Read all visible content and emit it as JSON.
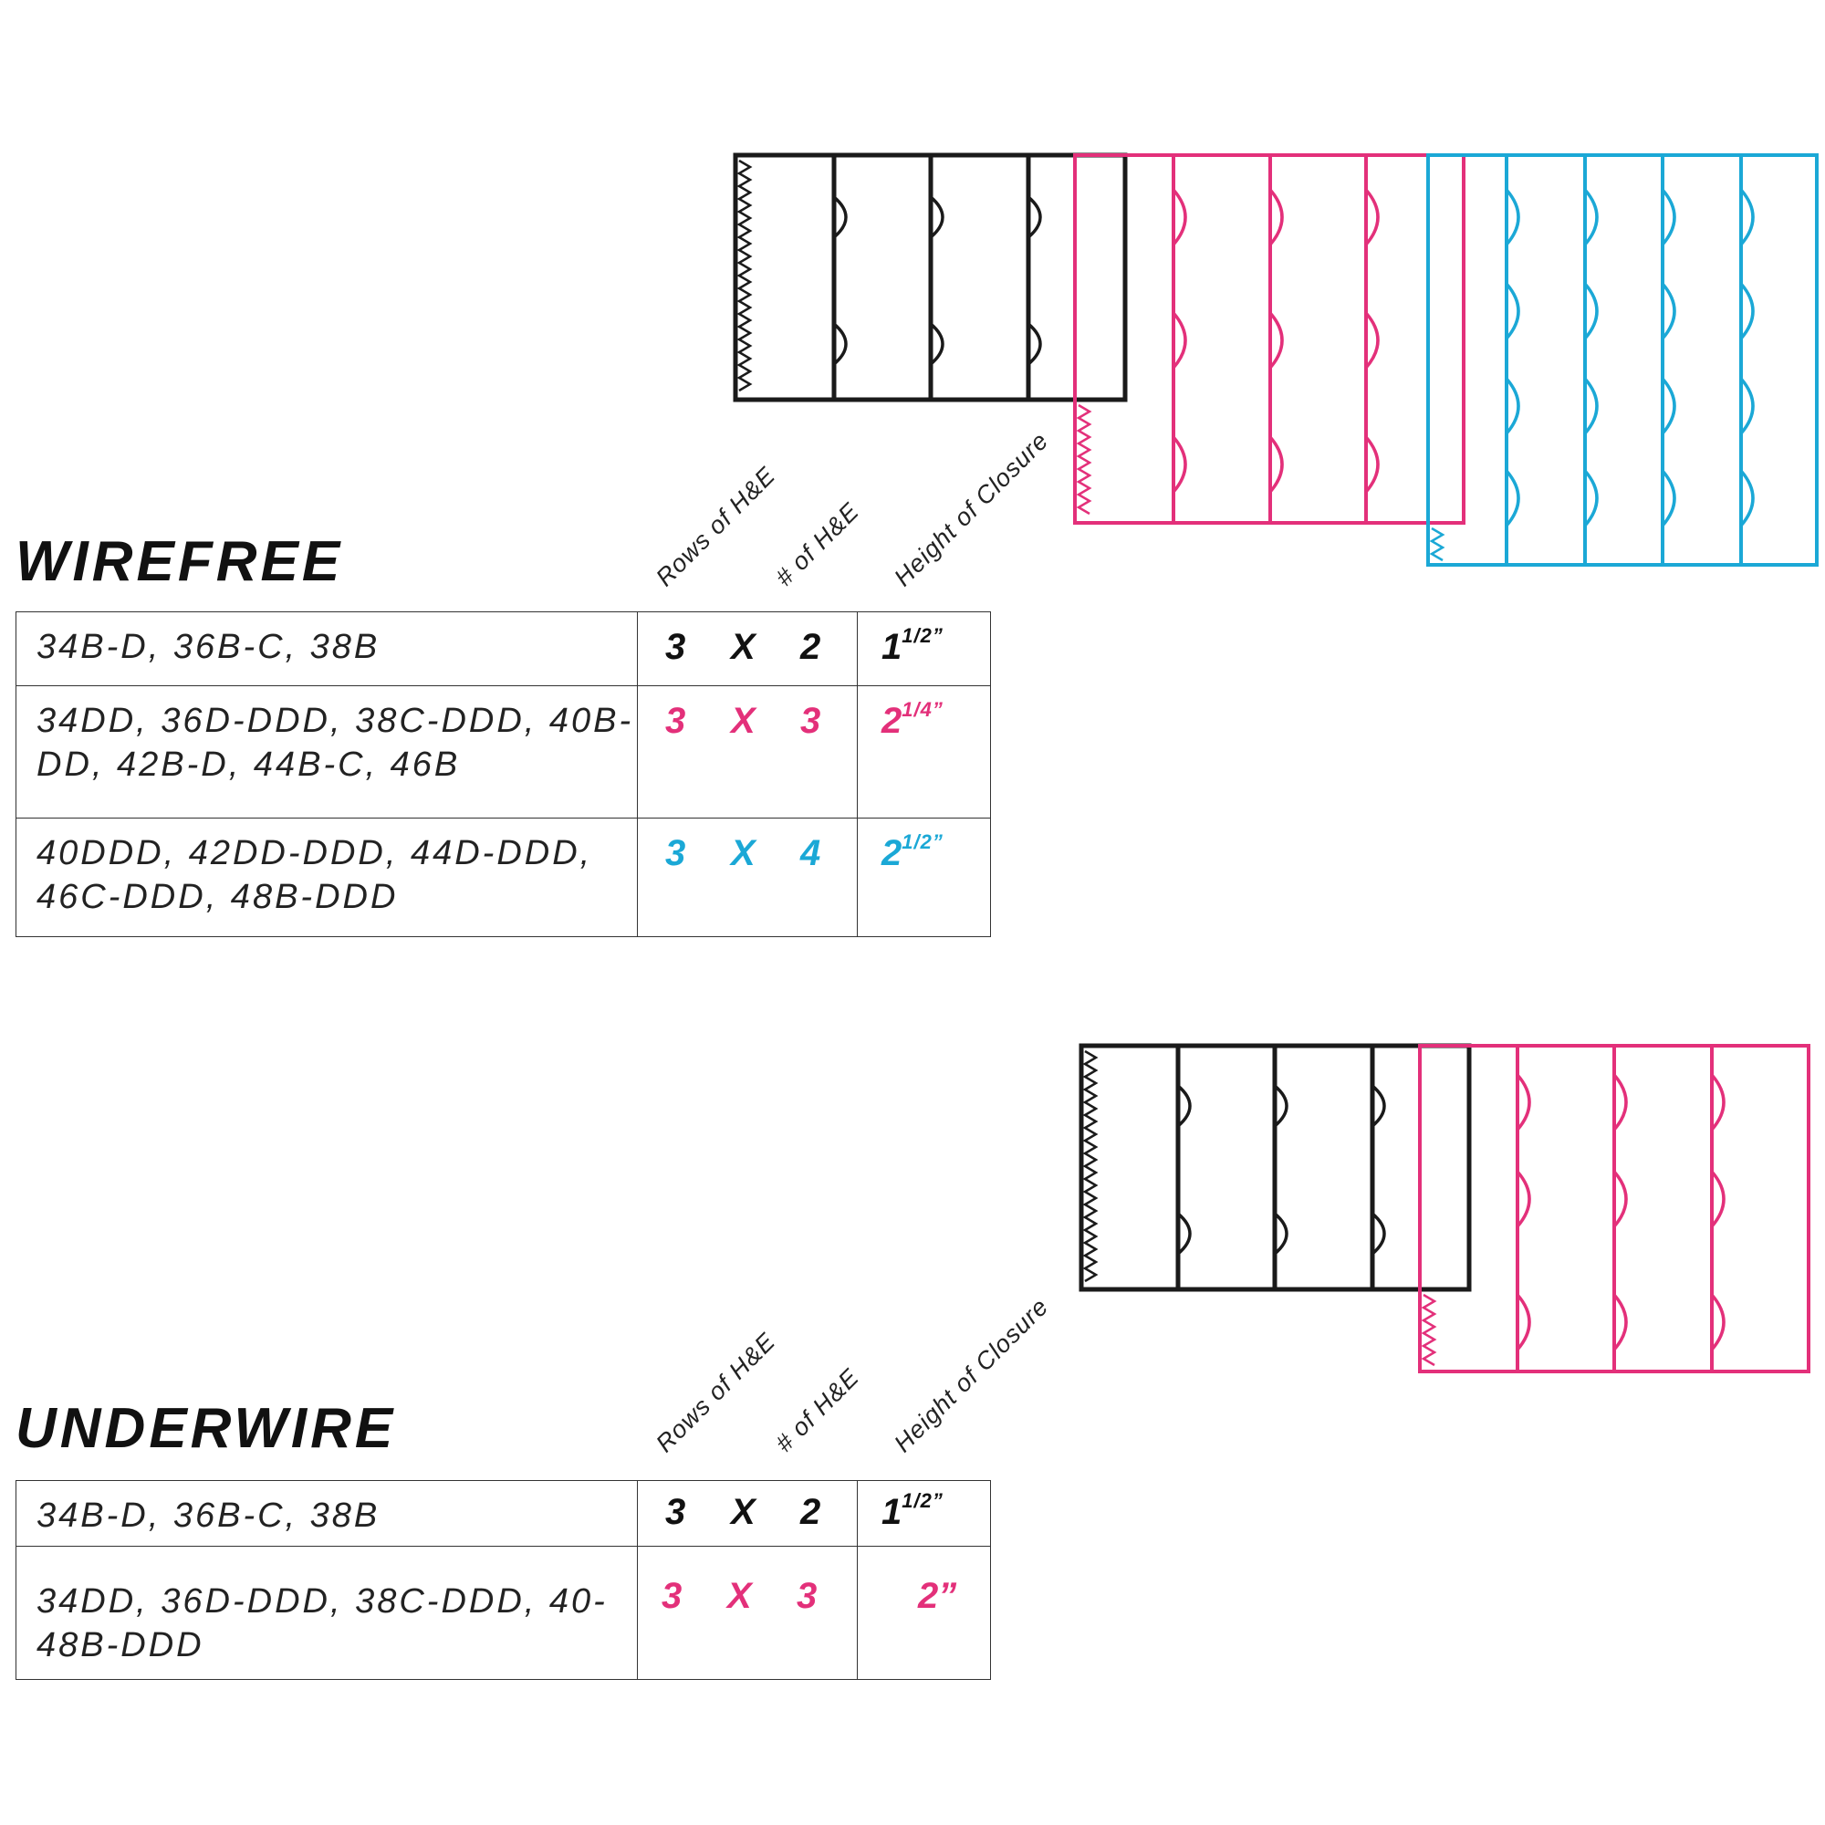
{
  "colors": {
    "black": "#1a1a1a",
    "pink": "#e3307a",
    "cyan": "#1ba8d6"
  },
  "headers": {
    "rows": "Rows of H&E",
    "count": "# of H&E",
    "height": "Height of Closure"
  },
  "wirefree": {
    "title": "WIREFREE",
    "rows": [
      {
        "sizes": "34B-D, 36B-C, 38B",
        "rows": "3",
        "x": "X",
        "count": "2",
        "height_whole": "1",
        "height_frac": "1/2”",
        "color": "black"
      },
      {
        "sizes": "34DD, 36D-DDD, 38C-DDD, 40B-DD, 42B-D, 44B-C, 46B",
        "rows": "3",
        "x": "X",
        "count": "3",
        "height_whole": "2",
        "height_frac": "1/4”",
        "color": "pink"
      },
      {
        "sizes": "40DDD, 42DD-DDD, 44D-DDD, 46C-DDD, 48B-DDD",
        "rows": "3",
        "x": "X",
        "count": "4",
        "height_whole": "2",
        "height_frac": "1/2”",
        "color": "cyan"
      }
    ]
  },
  "underwire": {
    "title": "UNDERWIRE",
    "rows": [
      {
        "sizes": "34B-D, 36B-C, 38B",
        "rows": "3",
        "x": "X",
        "count": "2",
        "height_whole": "1",
        "height_frac": "1/2”",
        "color": "black"
      },
      {
        "sizes": "34DD, 36D-DDD, 38C-DDD, 40-48B-DDD",
        "rows": "3",
        "x": "X",
        "count": "3",
        "height_whole": "2”",
        "height_frac": "",
        "color": "pink"
      }
    ]
  },
  "diagrams": {
    "wirefree": [
      {
        "hooks": 2,
        "rows": 3,
        "color": "black"
      },
      {
        "hooks": 3,
        "rows": 3,
        "color": "pink"
      },
      {
        "hooks": 4,
        "rows": 4,
        "color": "cyan"
      }
    ],
    "underwire": [
      {
        "hooks": 2,
        "rows": 3,
        "color": "black"
      },
      {
        "hooks": 3,
        "rows": 3,
        "color": "pink"
      }
    ]
  }
}
